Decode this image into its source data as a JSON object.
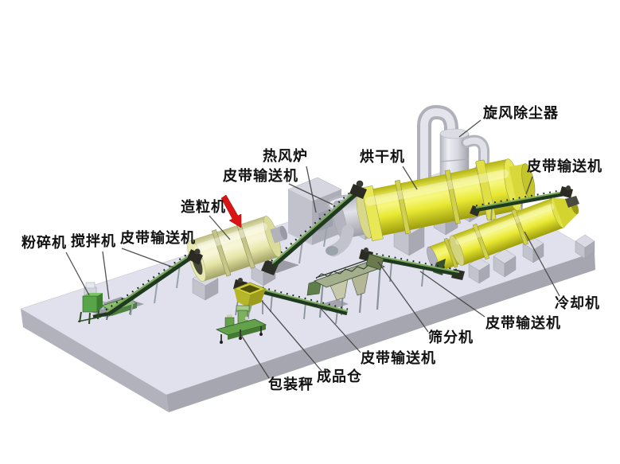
{
  "diagram": {
    "title_meaning": "fertilizer production line equipment layout",
    "colors": {
      "background": "#ffffff",
      "platform_top": "#e0e1ec",
      "platform_side": "#b2b2bc",
      "platform_front": "#a6a6b0",
      "drum_yellow": "#ededV",
      "drum_yellow_main": "#eded3c",
      "granulator_cream": "#f0f0c8",
      "conveyor_green": "#1f3a1e",
      "machine_green": "#58a448",
      "pipe_gray": "#d8d8e0",
      "label_text": "#111111",
      "arrow_red": "#d81414"
    },
    "labels": [
      {
        "id": "cyclone-dust-collector",
        "text": "旋风除尘器"
      },
      {
        "id": "hot-air-furnace",
        "text": "热风炉"
      },
      {
        "id": "dryer",
        "text": "烘干机"
      },
      {
        "id": "belt-conveyor-dryer-feed",
        "text": "皮带输送机"
      },
      {
        "id": "granulator",
        "text": "造粒机"
      },
      {
        "id": "crusher",
        "text": "粉碎机"
      },
      {
        "id": "mixer",
        "text": "搅拌机"
      },
      {
        "id": "belt-conveyor-granulator-feed",
        "text": "皮带输送机"
      },
      {
        "id": "belt-conveyor-cooler-feed",
        "text": "皮带输送机"
      },
      {
        "id": "cooler",
        "text": "冷却机"
      },
      {
        "id": "belt-conveyor-screener-feed",
        "text": "皮带输送机"
      },
      {
        "id": "screening-machine",
        "text": "筛分机"
      },
      {
        "id": "belt-conveyor-product-bin",
        "text": "皮带输送机"
      },
      {
        "id": "finished-product-bin",
        "text": "成品仓"
      },
      {
        "id": "packing-scale",
        "text": "包装秤"
      }
    ],
    "annotations": [
      {
        "id": "red-arrow",
        "type": "arrow",
        "color": "#d81414",
        "points_to": "造粒机"
      }
    ]
  }
}
